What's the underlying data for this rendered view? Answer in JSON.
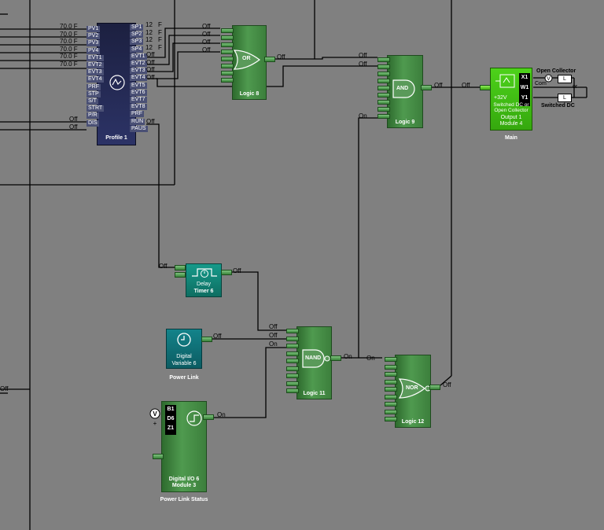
{
  "profile": {
    "title": "Profile 1",
    "inputs": [
      "PV1",
      "PV2",
      "PV3",
      "PV4",
      "EVT1",
      "EVT2",
      "EVT3",
      "EVT4",
      "PRF",
      "STP",
      "S/T",
      "STRT",
      "P/R",
      "DIS"
    ],
    "outputs": [
      "SP1",
      "SP2",
      "SP3",
      "SP4",
      "EVT1",
      "EVT2",
      "EVT3",
      "EVT4",
      "EVT5",
      "EVT6",
      "EVT7",
      "EVT8",
      "PRF",
      "RUN",
      "PAUS"
    ],
    "input_values": [
      "70.0 F",
      "70.0 F",
      "70.0 F",
      "70.0 F",
      "70.0 F",
      "70.0 F",
      "Off",
      "Off"
    ],
    "output_values": [
      "12",
      "12",
      "12",
      "12",
      "Off",
      "Off",
      "Off",
      "Off",
      "Off"
    ],
    "output_units": [
      "F",
      "F",
      "F",
      "F"
    ]
  },
  "logic8": {
    "title": "Logic 8",
    "gate": "OR",
    "inputs": [
      "Off",
      "Off",
      "Off",
      "Off"
    ],
    "output": "Off"
  },
  "logic9": {
    "title": "Logic 9",
    "gate": "AND",
    "inputs": [
      "Off",
      "Off",
      "On"
    ],
    "output": "Off"
  },
  "output1": {
    "name": "Switched DC or Open Collector",
    "sub1": "Output 1",
    "sub2": "Module 4",
    "voltage": "+32V",
    "pins": [
      "X1",
      "W1",
      "Y1"
    ],
    "input": "Off",
    "caption": "Main",
    "legend_open": "Open Collector",
    "legend_com": "Com",
    "legend_or": "or",
    "legend_switched": "Switched DC",
    "load": "L"
  },
  "timer6": {
    "title": "Timer 6",
    "label": "Delay",
    "input": "Off",
    "output": "Off"
  },
  "variable6": {
    "title": "Variable 6",
    "label": "Digital",
    "output": "Off",
    "caption": "Power Link"
  },
  "logic11": {
    "title": "Logic 11",
    "gate": "NAND",
    "inputs": [
      "Off",
      "Off",
      "On"
    ],
    "output": "On"
  },
  "logic12": {
    "title": "Logic 12",
    "gate": "NOR",
    "inputs": [
      "On"
    ],
    "output": "Off"
  },
  "dio6": {
    "title": "Digital I/O 6",
    "sub": "Module 3",
    "pins": [
      "B1",
      "D6",
      "Z1"
    ],
    "output": "On",
    "caption": "Power Link Status"
  },
  "misc": {
    "left_off": "Off"
  },
  "icons": [
    "profile-wave-icon",
    "timer-icon",
    "clock-icon",
    "step-icon",
    "voltmeter-icon",
    "optocoupler-icon"
  ]
}
